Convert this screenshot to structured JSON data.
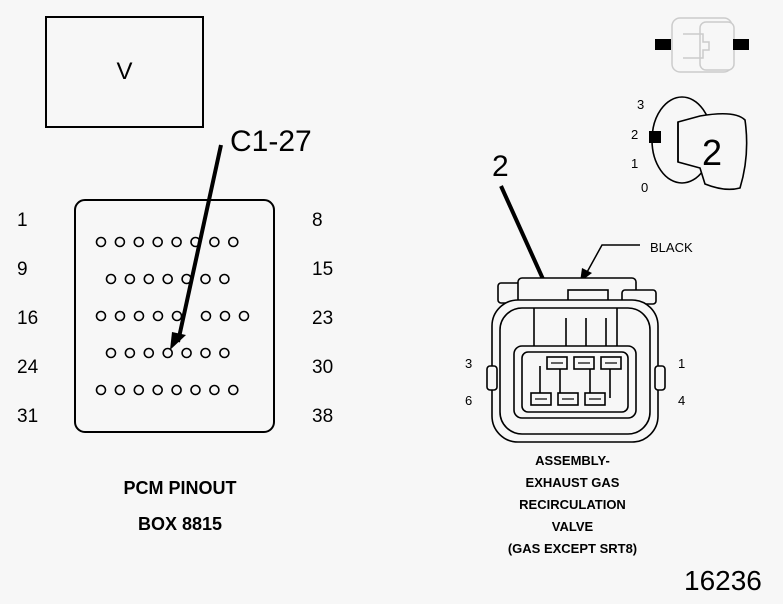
{
  "view_box_label": "V",
  "pcm": {
    "callout": "C1-27",
    "row_labels_left": [
      "1",
      "9",
      "16",
      "24",
      "31"
    ],
    "row_labels_right": [
      "8",
      "15",
      "23",
      "30",
      "38"
    ],
    "title": "PCM PINOUT",
    "box": "BOX 8815"
  },
  "key_switch": {
    "positions": [
      "3",
      "2",
      "1",
      "0"
    ],
    "position_label": "2"
  },
  "egr": {
    "callout": "2",
    "wire_label": "BLACK",
    "pin_labels": {
      "top_left": "3",
      "top_right": "1",
      "bottom_left": "6",
      "bottom_right": "4"
    },
    "caption_lines": [
      "ASSEMBLY-",
      "EXHAUST GAS",
      "RECIRCULATION",
      "VALVE",
      "(GAS EXCEPT SRT8)"
    ]
  },
  "figure_number": "16236"
}
